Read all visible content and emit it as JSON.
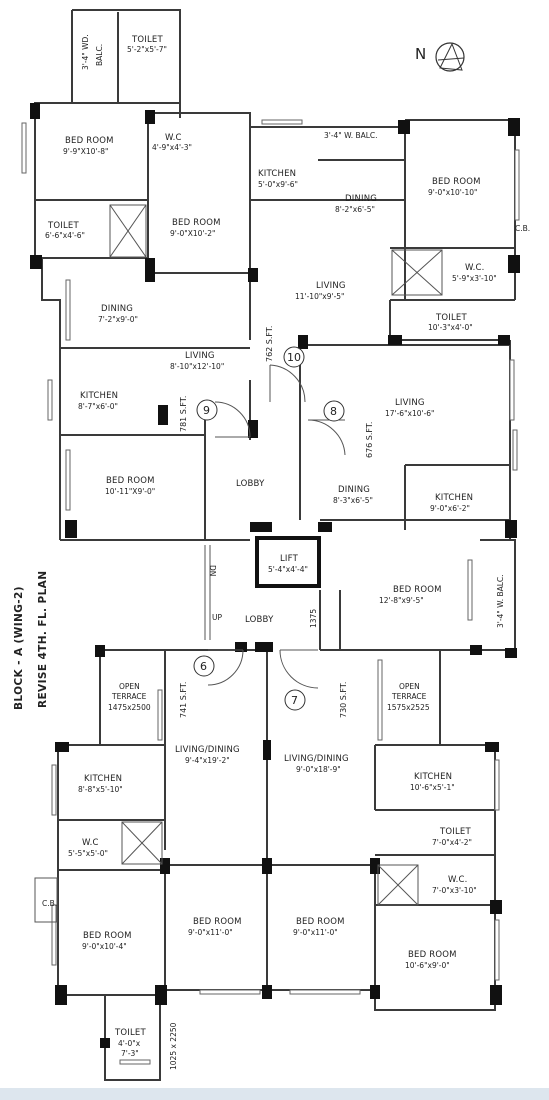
{
  "labels": {
    "toilet_top": "TOILET",
    "toilet_top_dim": "5'-2\"x5'-7\"",
    "wd_balc": "3'-4\" WD.",
    "wd_balc_2": "BALC.",
    "north": "N",
    "bed1": "BED ROOM",
    "bed1_dim": "9'-9\"X10'-8\"",
    "wc1": "W.C",
    "wc1_dim": "4'-9\"x4'-3\"",
    "kitchen1": "KITCHEN",
    "kitchen1_dim": "5'-0\"x9'-6\"",
    "w_balc1": "3'-4\" W. BALC.",
    "bed2": "BED ROOM",
    "bed2_dim": "9'-0\"x10'-10\"",
    "dining1": "DINING",
    "dining1_dim": "8'-2\"x6'-5\"",
    "cb1": "C.B.",
    "toilet2": "TOILET",
    "toilet2_dim": "6'-6\"x4'-6\"",
    "bed3": "BED ROOM",
    "bed3_dim": "9'-0\"X10'-2\"",
    "living1": "LIVING",
    "living1_dim": "11'-10\"x9'-5\"",
    "wc2": "W.C.",
    "wc2_dim": "5'-9\"x3'-10\"",
    "dining2": "DINING",
    "dining2_dim": "7'-2\"x9'-0\"",
    "toilet3": "TOILET",
    "toilet3_dim": "10'-3\"x4'-0\"",
    "sft762": "762 S.FT.",
    "flat10": "10",
    "living2": "LIVING",
    "living2_dim": "8'-10\"x12'-10\"",
    "kitchen2": "KITCHEN",
    "kitchen2_dim": "8'-7\"x6'-0\"",
    "living3": "LIVING",
    "living3_dim": "17'-6\"x10'-6\"",
    "sft781": "781 S.FT.",
    "flat9": "9",
    "flat8": "8",
    "sft676": "676 S.FT.",
    "bed4": "BED ROOM",
    "bed4_dim": "10'-11\"X9'-0\"",
    "lobby1": "LOBBY",
    "dining3": "DINING",
    "dining3_dim": "8'-3\"x6'-5\"",
    "kitchen3": "KITCHEN",
    "kitchen3_dim": "9'-0\"x6'-2\"",
    "lift": "LIFT",
    "lift_dim": "5'-4\"x4'-4\"",
    "dn": "DN",
    "bed5": "BED ROOM",
    "bed5_dim": "12'-8\"x9'-5\"",
    "w_balc2": "3'-4\" W. BALC.",
    "up": "UP",
    "lobby2": "LOBBY",
    "dim1375": "1375",
    "block_a": "BLOCK - A (WING-2)",
    "revise": "REVISE 4TH. FL. PLAN",
    "flat6": "6",
    "flat7": "7",
    "open_terrace1": "OPEN",
    "open_terrace1b": "TERRACE",
    "open_terrace1_dim": "1475x2500",
    "sft741": "741 S.FT.",
    "sft730": "730 S.FT.",
    "open_terrace2": "OPEN",
    "open_terrace2b": "TERRACE",
    "open_terrace2_dim": "1575x2525",
    "living_dining1": "LIVING/DINING",
    "living_dining1_dim": "9'-4\"x19'-2\"",
    "living_dining2": "LIVING/DINING",
    "living_dining2_dim": "9'-0\"x18'-9\"",
    "kitchen4": "KITCHEN",
    "kitchen4_dim": "8'-8\"x5'-10\"",
    "kitchen5": "KITCHEN",
    "kitchen5_dim": "10'-6\"x5'-1\"",
    "toilet4": "TOILET",
    "toilet4_dim": "7'-0\"x4'-2\"",
    "wc3": "W.C",
    "wc3_dim": "5'-5\"x5'-0\"",
    "wc4": "W.C.",
    "wc4_dim": "7'-0\"x3'-10\"",
    "cb2": "C.B.",
    "bed6": "BED ROOM",
    "bed6_dim": "9'-0\"x10'-4\"",
    "bed7": "BED ROOM",
    "bed7_dim": "9'-0\"x11'-0\"",
    "bed8": "BED ROOM",
    "bed8_dim": "9'-0\"x11'-0\"",
    "bed9": "BED ROOM",
    "bed9_dim": "10'-6\"x9'-0\"",
    "toilet5": "TOILET",
    "toilet5_dim1": "4'-0\"x",
    "toilet5_dim2": "7'-3\"",
    "vert_dim": "1025 x 2250"
  }
}
